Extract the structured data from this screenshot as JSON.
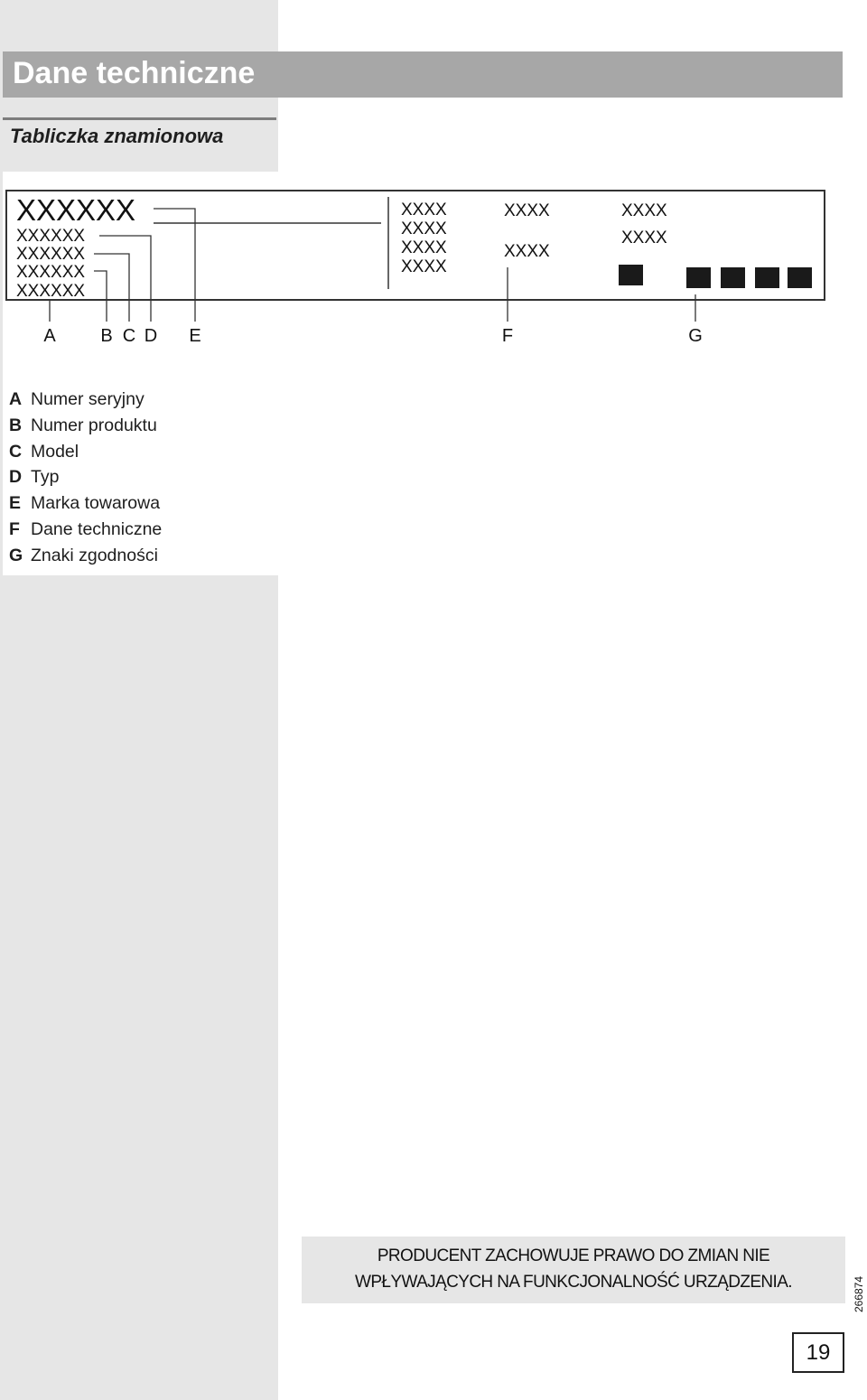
{
  "header": {
    "title": "Dane techniczne",
    "subtitle": "Tabliczka znamionowa"
  },
  "plate": {
    "brand": "XXXXXX",
    "left_lines": [
      "XXXXXX",
      "XXXXXX",
      "XXXXXX",
      "XXXXXX"
    ],
    "mid_lines": [
      "XXXX",
      "XXXX",
      "XXXX",
      "XXXX"
    ],
    "col3": [
      "XXXX",
      "XXXX"
    ],
    "col4": [
      "XXXX",
      "XXXX"
    ],
    "callouts": [
      "A",
      "B",
      "C",
      "D",
      "E",
      "F",
      "G"
    ]
  },
  "legend": [
    {
      "letter": "A",
      "text": "Numer seryjny"
    },
    {
      "letter": "B",
      "text": "Numer produktu"
    },
    {
      "letter": "C",
      "text": "Model"
    },
    {
      "letter": "D",
      "text": "Typ"
    },
    {
      "letter": "E",
      "text": "Marka towarowa"
    },
    {
      "letter": "F",
      "text": "Dane techniczne"
    },
    {
      "letter": "G",
      "text": "Znaki zgodności"
    }
  ],
  "footer": {
    "notice_line1": "PRODUCENT ZACHOWUJE PRAWO DO ZMIAN NIE",
    "notice_line2": "WPŁYWAJĄCYCH NA FUNKCJONALNOŚĆ URZĄDZENIA.",
    "doc_code": "266874",
    "page_number": "19"
  }
}
